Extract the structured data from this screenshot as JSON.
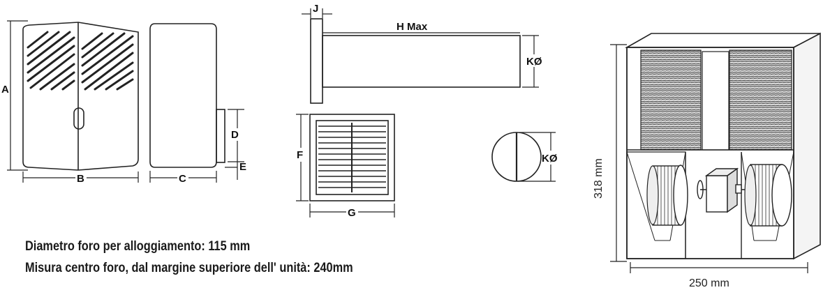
{
  "labels": {
    "a": "A",
    "b": "B",
    "c": "C",
    "d": "D",
    "e": "E",
    "f": "F",
    "g": "G",
    "j": "J",
    "h_max": "H Max",
    "k_tube": "KØ",
    "k_cap": "KØ",
    "height": "318 mm",
    "width": "250 mm"
  },
  "captions": {
    "line1": "Diametro foro per alloggiamento: 115 mm",
    "line2": "Misura centro foro, dal margine superiore dell' unità: 240mm"
  }
}
